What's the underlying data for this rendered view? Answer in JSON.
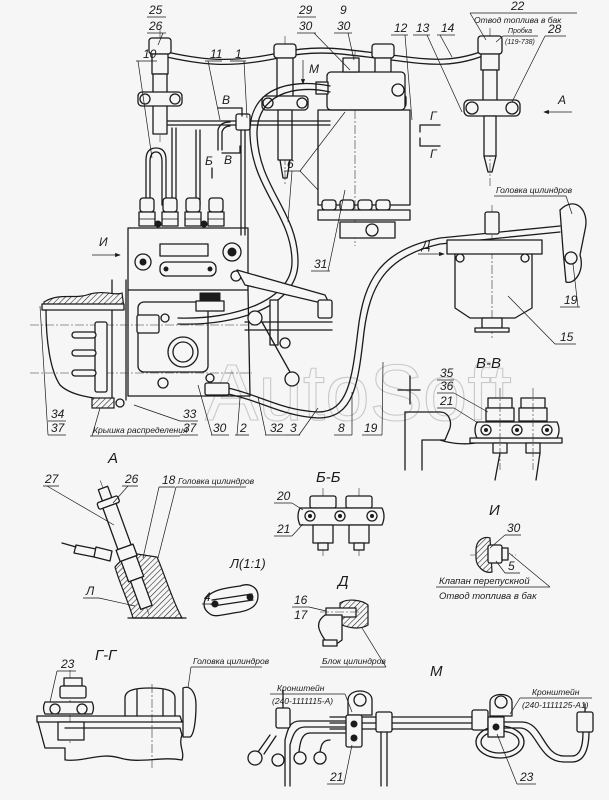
{
  "drawing": {
    "watermark": "AutoSoft"
  },
  "main_view": {
    "callouts": [
      "25",
      "26",
      "10",
      "11",
      "1",
      "29",
      "30",
      "9",
      "30",
      "12",
      "13",
      "14",
      "22",
      "28",
      "6",
      "31",
      "19",
      "15",
      "34",
      "37",
      "33",
      "37",
      "30",
      "2",
      "32",
      "3",
      "8",
      "19"
    ],
    "notes": {
      "fuel_return": "Отвод топлива в бак",
      "plug": "Пробка",
      "plug_part": "(119-738)",
      "cylinder_head": "Головка цилиндров",
      "timing_cover": "Крышка распределения"
    },
    "view_markers": {
      "m": "М",
      "a": "А",
      "v_top": "В",
      "v_mid": "В",
      "b": "Б",
      "g_top": "Г",
      "g_bottom": "Г",
      "i": "И",
      "d": "Д"
    }
  },
  "section_vv": {
    "title": "В-В",
    "callouts": [
      "35",
      "36",
      "21"
    ]
  },
  "view_a": {
    "title": "А",
    "callouts": [
      "27",
      "26",
      "18",
      "Л"
    ],
    "note": "Головка цилиндров"
  },
  "view_l": {
    "title": "Л(1:1)",
    "callouts": [
      "4"
    ]
  },
  "section_bb": {
    "title": "Б-Б",
    "callouts": [
      "20",
      "21"
    ]
  },
  "view_i": {
    "title": "И",
    "callouts": [
      "30",
      "5"
    ],
    "notes": [
      "Клапан перепускной",
      "Отвод топлива в бак"
    ]
  },
  "view_d": {
    "title": "Д",
    "callouts": [
      "16",
      "17"
    ],
    "note": "Блок цилиндров"
  },
  "section_gg": {
    "title": "Г-Г",
    "callouts": [
      "23"
    ],
    "note": "Головка цилиндров"
  },
  "view_m": {
    "title": "М",
    "callouts": [
      "21",
      "23"
    ],
    "brackets": [
      {
        "name": "Кронштейн",
        "part": "(240-1111115-А)"
      },
      {
        "name": "Кронштейн",
        "part": "(240-1111125-А1)"
      }
    ]
  }
}
